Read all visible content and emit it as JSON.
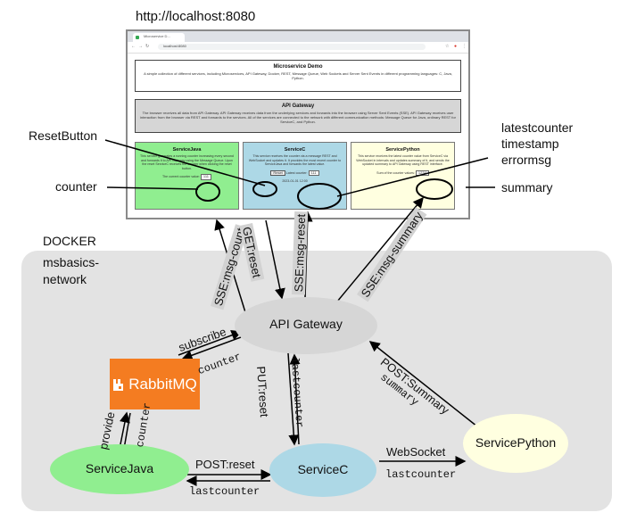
{
  "header": {
    "url": "http://localhost:8080",
    "docker_label": "DOCKER",
    "network_label": "msbasics-network"
  },
  "callouts": {
    "reset_button": "ResetButton",
    "counter": "counter",
    "latestcounter": "latestcounter",
    "timestamp": "timestamp",
    "errormsg": "errormsg",
    "summary": "summary"
  },
  "browser": {
    "tab_title": "Microservice D...",
    "address": "localhost:8080",
    "demo_title": "Microservice Demo",
    "demo_text": "A simple collection of different services, including Microservices, API Gateway, Docker, REST, Message Queue, Web Sockets and Server Sent Events in different programming languages: C, Java, Python.",
    "gateway_title": "API Gateway",
    "gateway_text": "The browser receives all data from API Gateway. API Gateway receives data from the underlying services and forwards into the browser using Server Sent Events (SSE). API Gateway receives user interaction from the browser via REST and forwards to the services. All of the services are connected to the network with different communication methods: Message Queue for Java, ordinary REST for ServiceC, and Python.",
    "java_title": "ServiceJava",
    "java_text": "This service generates a running counter increasing every second and forwards it to API Gateway using the Message Queue. Upon the reset ServiceC receives the counter when clicking the reset button.",
    "java_counter_label": "The current counter value:",
    "java_counter_value": "111",
    "c_title": "ServiceC",
    "c_text": "This service receives the counter via a message REST and WebSocket and updates it. It provides the most recent counter to ServiceJava and forwards the latest value.",
    "c_reset_label": "Reset",
    "c_latest_label": "Latest counter:",
    "c_latest_value": "111",
    "c_timestamp": "2023-01-01 12:00",
    "python_title": "ServicePython",
    "python_text": "This service receives the latest counter value from ServiceC via WebSocket in intervals and updates summary of it, and sends the updated summary to API Gateway using REST interface.",
    "python_summary_label": "Sum of the counter values:",
    "python_summary_value": "1234"
  },
  "nodes": {
    "api_gateway": "API Gateway",
    "rabbitmq": "RabbitMQ",
    "service_java": "ServiceJava",
    "service_c": "ServiceC",
    "service_python": "ServicePython"
  },
  "edges": {
    "sse_msg_count": "SSE:msg-count",
    "get_reset": "GET:reset",
    "sse_msg_reset": "SSE:msg-reset",
    "sse_msg_summary": "SSE:msg-summary",
    "subscribe": "subscribe",
    "counter_rabbit_gw": "counter",
    "provide": "provide",
    "counter_java_rabbit": "counter",
    "put_reset": "PUT:reset",
    "lastcounter_c_gw": "lastcounter",
    "post_summary": "POST:Summary",
    "summary_py_gw": "summary",
    "post_reset": "POST:reset",
    "lastcounter_c_java": "lastcounter",
    "websocket": "WebSocket",
    "lastcounter_c_py": "lastcounter"
  },
  "colors": {
    "docker_bg": "#e3e3e3",
    "gateway": "#d6d6d6",
    "java": "#90ee90",
    "servicec": "#add8e6",
    "python": "#ffffe0",
    "rabbitmq": "#f47c21"
  }
}
